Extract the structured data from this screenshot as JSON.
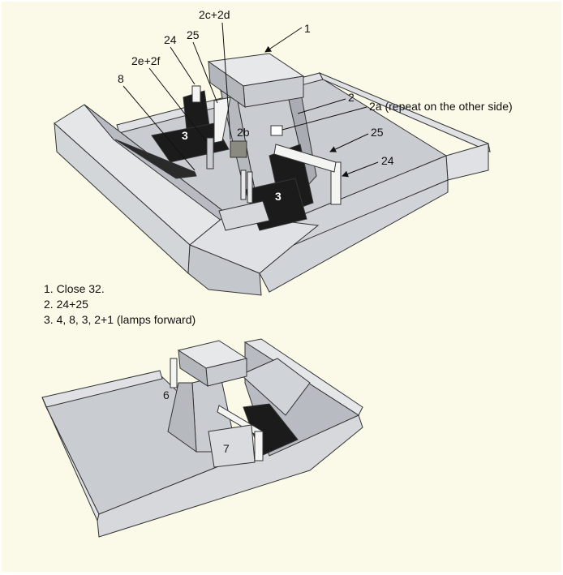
{
  "top_labels": {
    "l1": "1",
    "l2": "2",
    "l2a": "2a (repeat on the other side)",
    "l2b": "2b",
    "l2c2d": "2c+2d",
    "l2e2f": "2e+2f",
    "l3": "3",
    "l8": "8",
    "l24": "24",
    "l25": "25"
  },
  "steps": [
    "1. Close 32.",
    "2. 24+25",
    "3. 4, 8, 3, 2+1 (lamps forward)"
  ],
  "bottom_labels": {
    "l6": "6",
    "l7": "7"
  },
  "colors": {
    "background": "#fbf9e8",
    "part_light": "#dfe1e4",
    "part_mid": "#c9ccd1",
    "part_dark": "#a9adb3",
    "seat": "#1b1b1b",
    "pipe": "#f4f4f2",
    "outline": "#333333"
  }
}
